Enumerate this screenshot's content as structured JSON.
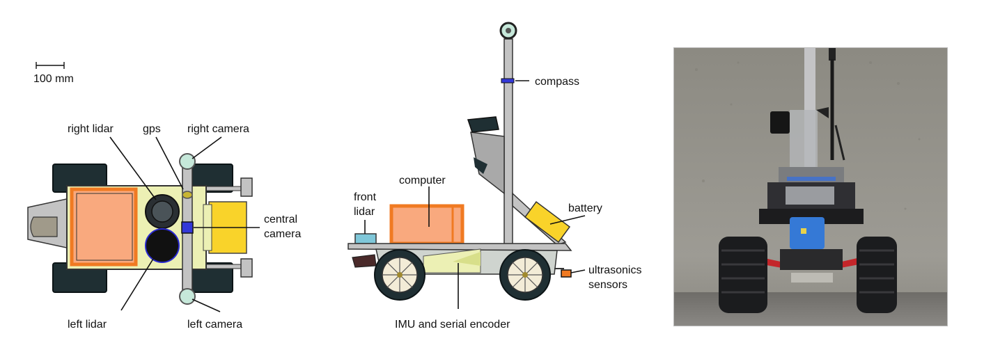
{
  "scale_bar": {
    "label": "100 mm"
  },
  "top_view": {
    "labels": {
      "right_lidar": "right lidar",
      "gps": "gps",
      "right_camera": "right camera",
      "central_camera_line1": "central",
      "central_camera_line2": "camera",
      "left_lidar": "left lidar",
      "left_camera": "left camera"
    }
  },
  "side_view": {
    "labels": {
      "compass": "compass",
      "computer": "computer",
      "front_lidar_line1": "front",
      "front_lidar_line2": "lidar",
      "battery": "battery",
      "ultrasonics_line1": "ultrasonics",
      "ultrasonics_line2": "sensors",
      "imu": "IMU and serial encoder"
    }
  },
  "colors": {
    "body_yellow": "#ecf0b4",
    "computer_orange": "#f07a22",
    "computer_fill": "#f9a97e",
    "battery_yellow": "#f9d32a",
    "wheel_dark": "#1f2f33",
    "frame_grey": "#c3c3c3",
    "camera_blue": "#3338d8",
    "gps_yellow": "#c8b533",
    "camera_green": "#c6e8da"
  },
  "photo": {
    "description_icon": "robot-photo"
  }
}
